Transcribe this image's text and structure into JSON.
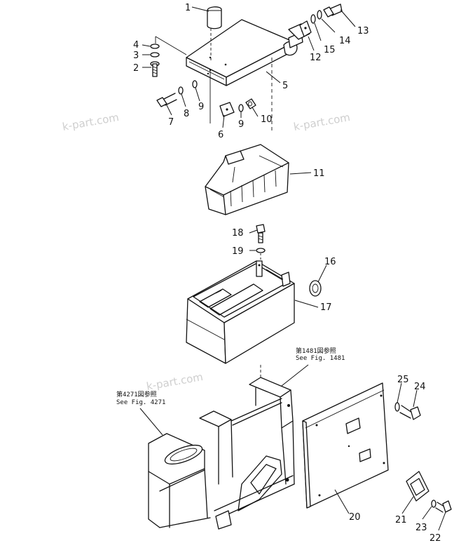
{
  "watermark": "k-part.com",
  "references": [
    {
      "ja": "第1481図参照",
      "en": "See Fig. 1481"
    },
    {
      "ja": "第4271図参照",
      "en": "See Fig. 4271"
    }
  ],
  "callouts": [
    "1",
    "2",
    "3",
    "4",
    "5",
    "6",
    "7",
    "8",
    "9",
    "9",
    "10",
    "11",
    "12",
    "13",
    "14",
    "15",
    "16",
    "17",
    "18",
    "19",
    "20",
    "21",
    "22",
    "23",
    "24",
    "25"
  ]
}
